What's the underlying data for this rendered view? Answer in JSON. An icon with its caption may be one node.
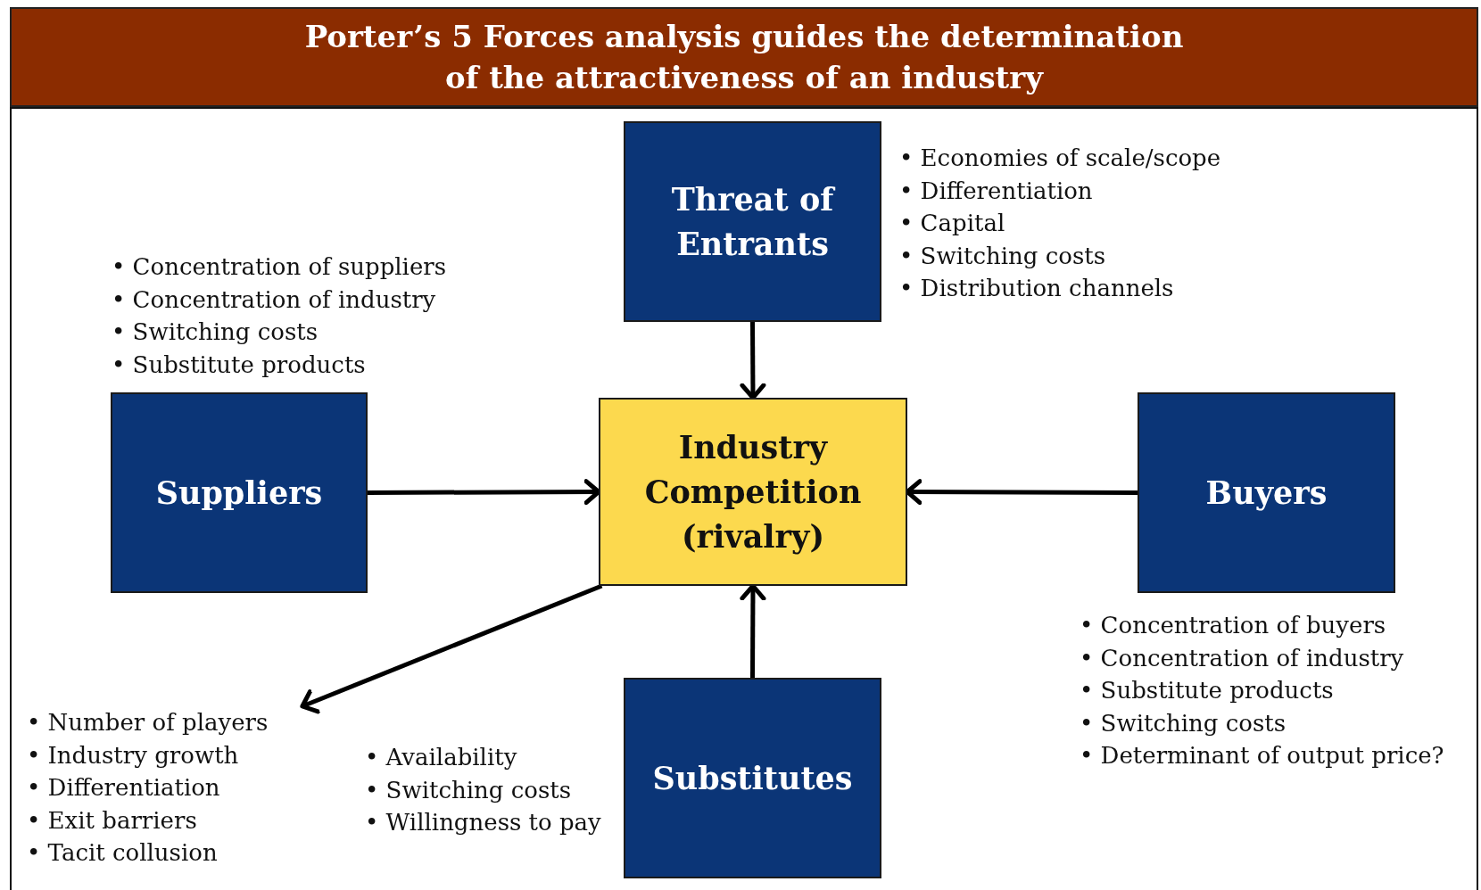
{
  "diagram": {
    "title": "Porter’s 5 Forces analysis guides the determination of the attractiveness of an industry",
    "nodes": [
      {
        "text": [
          "Threat of Entrants"
        ],
        "beside": [
          "• Economies of scale/scope",
          "• Differentiation",
          "• Capital",
          "• Switching costs",
          "• Distribution channels"
        ]
      },
      {
        "text": [
          "Suppliers"
        ],
        "beside": [
          "• Concentration of suppliers",
          "• Concentration of industry",
          "• Switching costs",
          "• Substitute products"
        ]
      },
      {
        "text": [
          "Industry Competition (rivalry)"
        ]
      },
      {
        "text": [
          "Buyers"
        ],
        "beside": [
          "• Concentration of buyers",
          "• Concentration of industry",
          "• Substitute products",
          "• Switching costs",
          "• Determinant of output price?"
        ]
      },
      {
        "text": [
          "Substitutes"
        ],
        "beside": [
          "• Availability",
          "• Switching costs",
          "• Willingness to pay"
        ]
      },
      {
        "text": [
          "• Number of players",
          "• Industry growth",
          "• Differentiation",
          "• Exit barriers",
          "• Tacit collusion"
        ]
      }
    ],
    "edges": [
      {
        "from": 0,
        "to": 2,
        "arrow": "to"
      },
      {
        "from": 1,
        "to": 2,
        "arrow": "to"
      },
      {
        "from": 3,
        "to": 2,
        "arrow": "to"
      },
      {
        "from": 4,
        "to": 2,
        "arrow": "to"
      },
      {
        "from": 2,
        "to": 5,
        "arrow": "to"
      }
    ]
  }
}
